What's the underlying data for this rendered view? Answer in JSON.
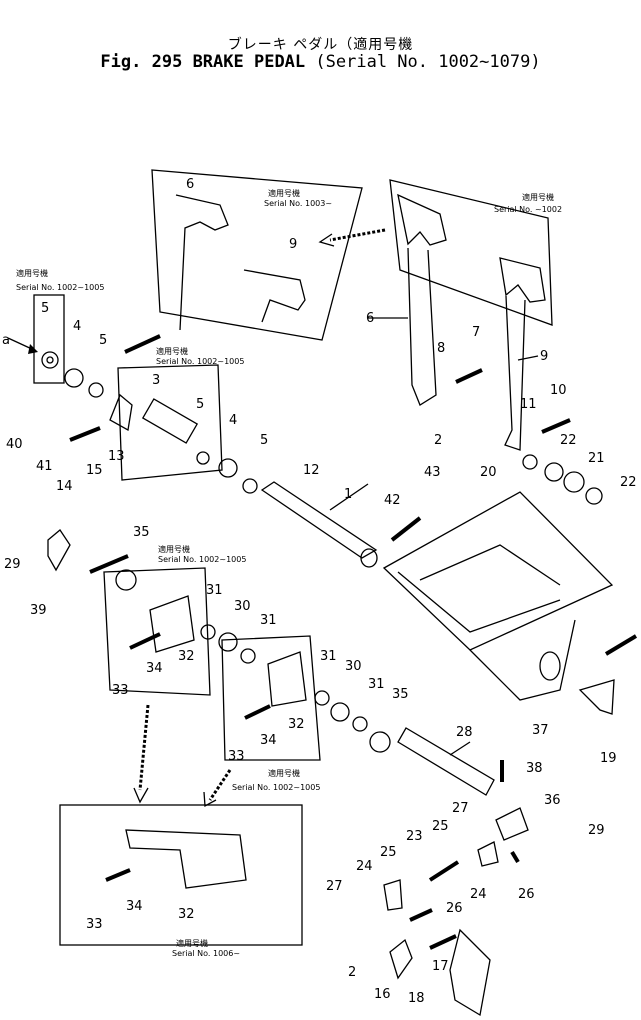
{
  "header": {
    "jp_title": "ブレーキ ペダル（適用号機",
    "fig_label": "Fig. 295",
    "title": "BRAKE PEDAL",
    "serial": "(Serial No. 1002~1079)"
  },
  "notes": {
    "jp_applicable": "適用号機",
    "serial_1003": "Serial No. 1003~",
    "serial_1002": "Serial No. ~1002",
    "serial_1002_1005": "Serial No. 1002~1005",
    "serial_1006": "Serial No. 1006~"
  },
  "callouts": {
    "a": "a",
    "n1": "1",
    "n2": "2",
    "n3": "3",
    "n4": "4",
    "n5": "5",
    "n6": "6",
    "n7": "7",
    "n8": "8",
    "n9": "9",
    "n10": "10",
    "n11": "11",
    "n12": "12",
    "n13": "13",
    "n14": "14",
    "n15": "15",
    "n16": "16",
    "n17": "17",
    "n18": "18",
    "n19": "19",
    "n20": "20",
    "n21": "21",
    "n22": "22",
    "n23": "23",
    "n24": "24",
    "n25": "25",
    "n26": "26",
    "n27": "27",
    "n28": "28",
    "n29": "29",
    "n30": "30",
    "n31": "31",
    "n32": "32",
    "n33": "33",
    "n34": "34",
    "n35": "35",
    "n36": "36",
    "n37": "37",
    "n38": "38",
    "n39": "39",
    "n40": "40",
    "n41": "41",
    "n42": "42",
    "n43": "43"
  }
}
